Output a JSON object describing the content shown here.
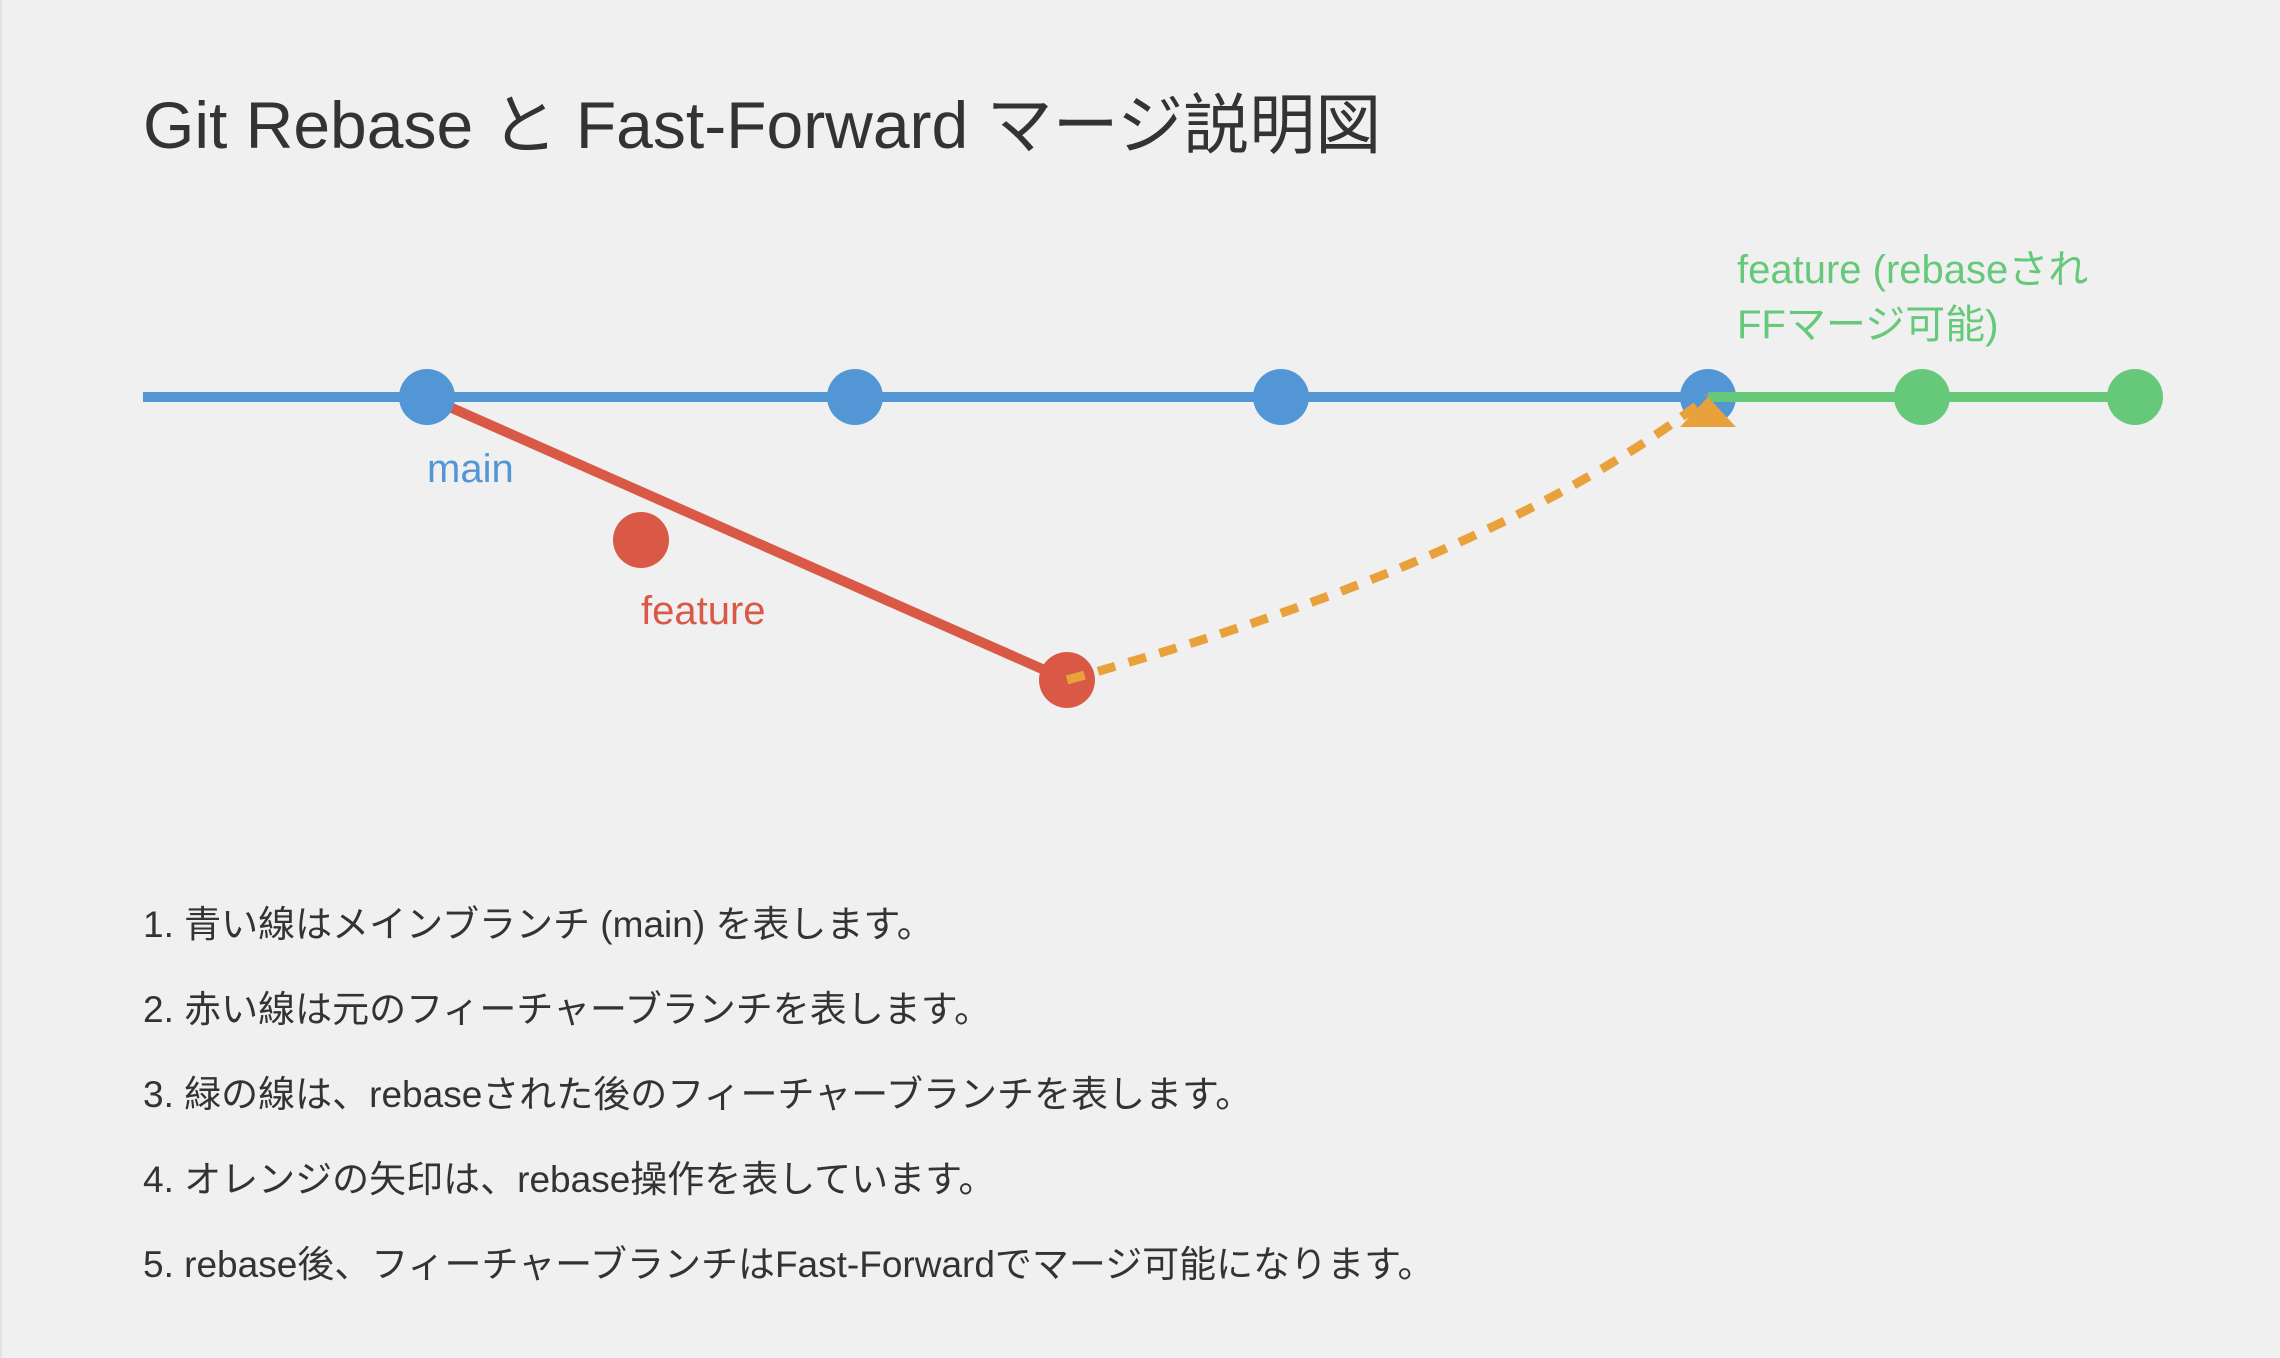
{
  "title": "Git Rebase と Fast-Forward マージ説明図",
  "colors": {
    "background": "#f0f0f0",
    "main": "#5296d5",
    "feature": "#d95946",
    "rebased": "#66c97a",
    "rebase_arrow": "#e9a13b",
    "text": "#333333"
  },
  "diagram": {
    "labels": {
      "main": "main",
      "feature": "feature",
      "rebased_line1": "feature (rebaseされ",
      "rebased_line2": "FFマージ可能)"
    },
    "main_commits": 4,
    "feature_commits": 2,
    "rebased_commits": 2
  },
  "notes": [
    "1. 青い線はメインブランチ (main) を表します。",
    "2. 赤い線は元のフィーチャーブランチを表します。",
    "3. 緑の線は、rebaseされた後のフィーチャーブランチを表します。",
    "4. オレンジの矢印は、rebase操作を表しています。",
    "5. rebase後、フィーチャーブランチはFast-Forwardでマージ可能になります。"
  ]
}
